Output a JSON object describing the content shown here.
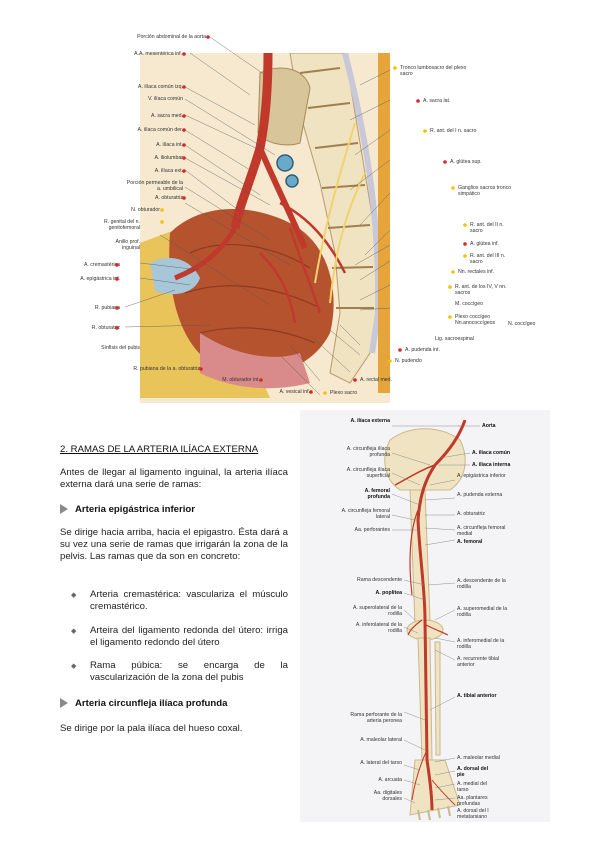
{
  "fig1": {
    "left_labels": [
      "Porción abdominal de la aorta",
      "A.A. mesentérica inf.",
      "A. ilíaca común izq.",
      "V. ilíaca común",
      "A. sacra med.",
      "A. ilíaca común der.",
      "A. ilíaca int.",
      "A. iliolumbar",
      "A. ilíaca ext.",
      "Porción permeable de la a. umbilical",
      "A. obturatriz",
      "N. obturador",
      "R. genital del n. genitofemoral",
      "Anillo prof. inguinal",
      "A. cremastérica",
      "A. epigástrica inf.",
      "R. pubiana",
      "R. obturatriz",
      "Sínfisis del pubis",
      "R. pubiana de la a. obturatriz",
      "M. obturador int.",
      "A. vesical inf."
    ],
    "right_labels": [
      "Tronco lumbosacro del plexo sacro",
      "A. sacra lat.",
      "R. ant. del I n. sacro",
      "A. glútea sup.",
      "Ganglios sacros tronco simpático",
      "R. ant. del II n. sacro",
      "A. glútea inf.",
      "R. ant. del III n. sacro",
      "Nn. rectales inf.",
      "R. ant. de los IV, V nn. sacros",
      "M. coccígeo",
      "Plexo coccígeo Nn.anococcígeos",
      "N. coccígeo",
      "Lig. sacroespinal",
      "A. pudenda int.",
      "N. pudendo",
      "A. rectal med.",
      "Plexo sacro"
    ]
  },
  "section": {
    "heading": "2.   RAMAS DE LA ARTERIA ILÍACA EXTERNA",
    "intro": "Antes de llegar al ligamento inguinal, la arteria ilíaca externa dará una serie de ramas:",
    "sub1": "Arteria epigástrica inferior",
    "sub1_text": "Se dirige hacia arriba, hacia el epigastro. Ésta dará a su vez una serie de ramas que irrigarán la zona de la pelvis. Las ramas que da son en concreto:",
    "bullets": [
      "Arteria cremastérica: vasculariza el músculo cremastérico.",
      "Arteira del ligamento redonda del útero: irriga el ligamento redondo del útero",
      "Rama púbica: se encarga de la vascularización de la zona del pubis"
    ],
    "sub2": "Arteria circunfleja ilíaca profunda",
    "sub2_text": "Se dirige por la pala ilíaca del hueso coxal."
  },
  "fig2": {
    "left_labels": [
      "A. ilíaca externa",
      "A. circunfleja ilíaca profunda",
      "A. circunfleja ilíaca superficial",
      "A. femoral profunda",
      "A. circunfleja femoral lateral",
      "Aa. perforantes",
      "Rama descendente",
      "A. poplítea",
      "A. superolateral de la rodilla",
      "A. inferolateral de la rodilla",
      "Rama perforante de la arteria peronea",
      "A. maleolar lateral",
      "A. lateral del tarso",
      "A. arcuata",
      "Aa. digitales dorsales"
    ],
    "right_labels": [
      "Aorta",
      "A. ilíaca común",
      "A. ilíaca interna",
      "A. epigástrica inferior",
      "A. pudenda externa",
      "A. obturatriz",
      "A. circunfleja femoral medial",
      "A. femoral",
      "A. descendente de la rodilla",
      "A. superomedial de la rodilla",
      "A. inferomedial de la rodilla",
      "A. recurrente tibial anterior",
      "A. tibial anterior",
      "A. maleolar medial",
      "A. dorsal del pie",
      "A. medial del tarso",
      "Aa. plantares profundas",
      "A. dorsal del I metatarsiano"
    ]
  },
  "colors": {
    "artery": "#c0392b",
    "muscle": "#b5532f",
    "fat": "#e8c45a",
    "bone": "#efe3c2",
    "dot_red": "#d62828",
    "dot_yellow": "#f2c300"
  }
}
